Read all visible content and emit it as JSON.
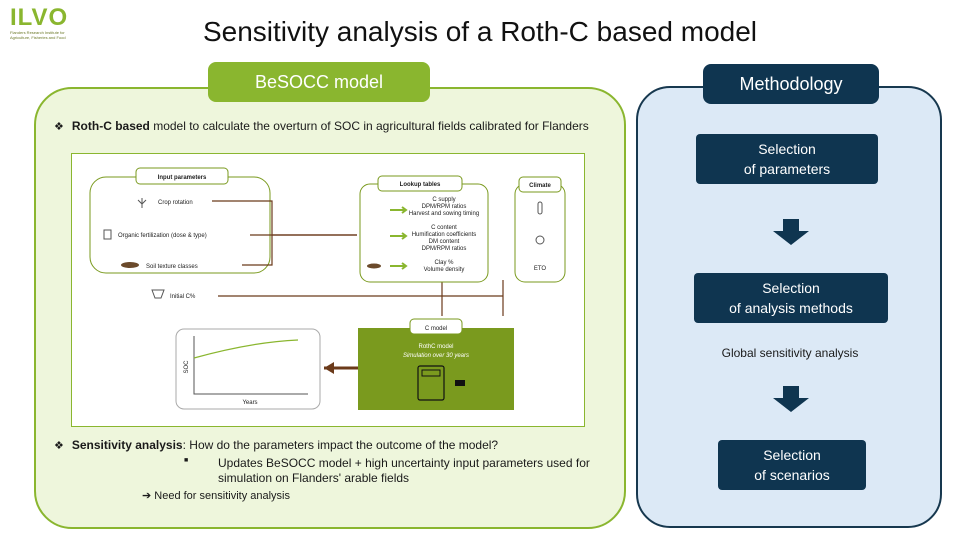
{
  "logo": {
    "word": "ILVO",
    "subtitle": "Flanders Research Institute for Agriculture, Fisheries and Food"
  },
  "title": "Sensitivity analysis of a Roth-C based model",
  "besocc": {
    "tab": "BeSOCC model",
    "bullet1_bold": "Roth-C based",
    "bullet1_rest": " model to calculate the overturn of SOC in agricultural fields calibrated for Flanders",
    "bullet2_bold": "Sensitivity analysis",
    "bullet2_rest": ": How do the parameters impact the outcome of the model?",
    "sub1": "Updates BeSOCC model + high uncertainty input parameters used for simulation on Flanders' arable fields",
    "sub2": "➔ Need for sensitivity analysis"
  },
  "diagram": {
    "input_title": "Input parameters",
    "inputs": [
      "Crop rotation",
      "Organic fertilization (dose & type)",
      "Soil texture classes",
      "Initial C%"
    ],
    "lookup_title": "Lookup tables",
    "lookup_1": [
      "C supply",
      "DPM/RPM ratios",
      "Harvest and sowing timing"
    ],
    "lookup_2": [
      "C content",
      "Humification coefficients",
      "DM content",
      "DPM/RPM ratios"
    ],
    "lookup_3": [
      "Clay %",
      "Volume density"
    ],
    "climate_title": "Climate",
    "climate_etc": "ETO",
    "cmodel_title": "C model",
    "cmodel_name": "RothC model",
    "cmodel_sub": "Simulation over 30 years",
    "plot_ylabel": "SOC",
    "plot_xlabel": "Years"
  },
  "methodology": {
    "tab": "Methodology",
    "step1": [
      "Selection",
      "of parameters"
    ],
    "step2": [
      "Selection",
      "of analysis methods"
    ],
    "step2_note": "Global sensitivity analysis",
    "step3": [
      "Selection",
      "of scenarios"
    ]
  },
  "colors": {
    "green": "#8ab62f",
    "dark_green": "#7a9a1e",
    "navy": "#0f3550",
    "light_blue": "#dce9f6",
    "light_green": "#eef6dc"
  }
}
